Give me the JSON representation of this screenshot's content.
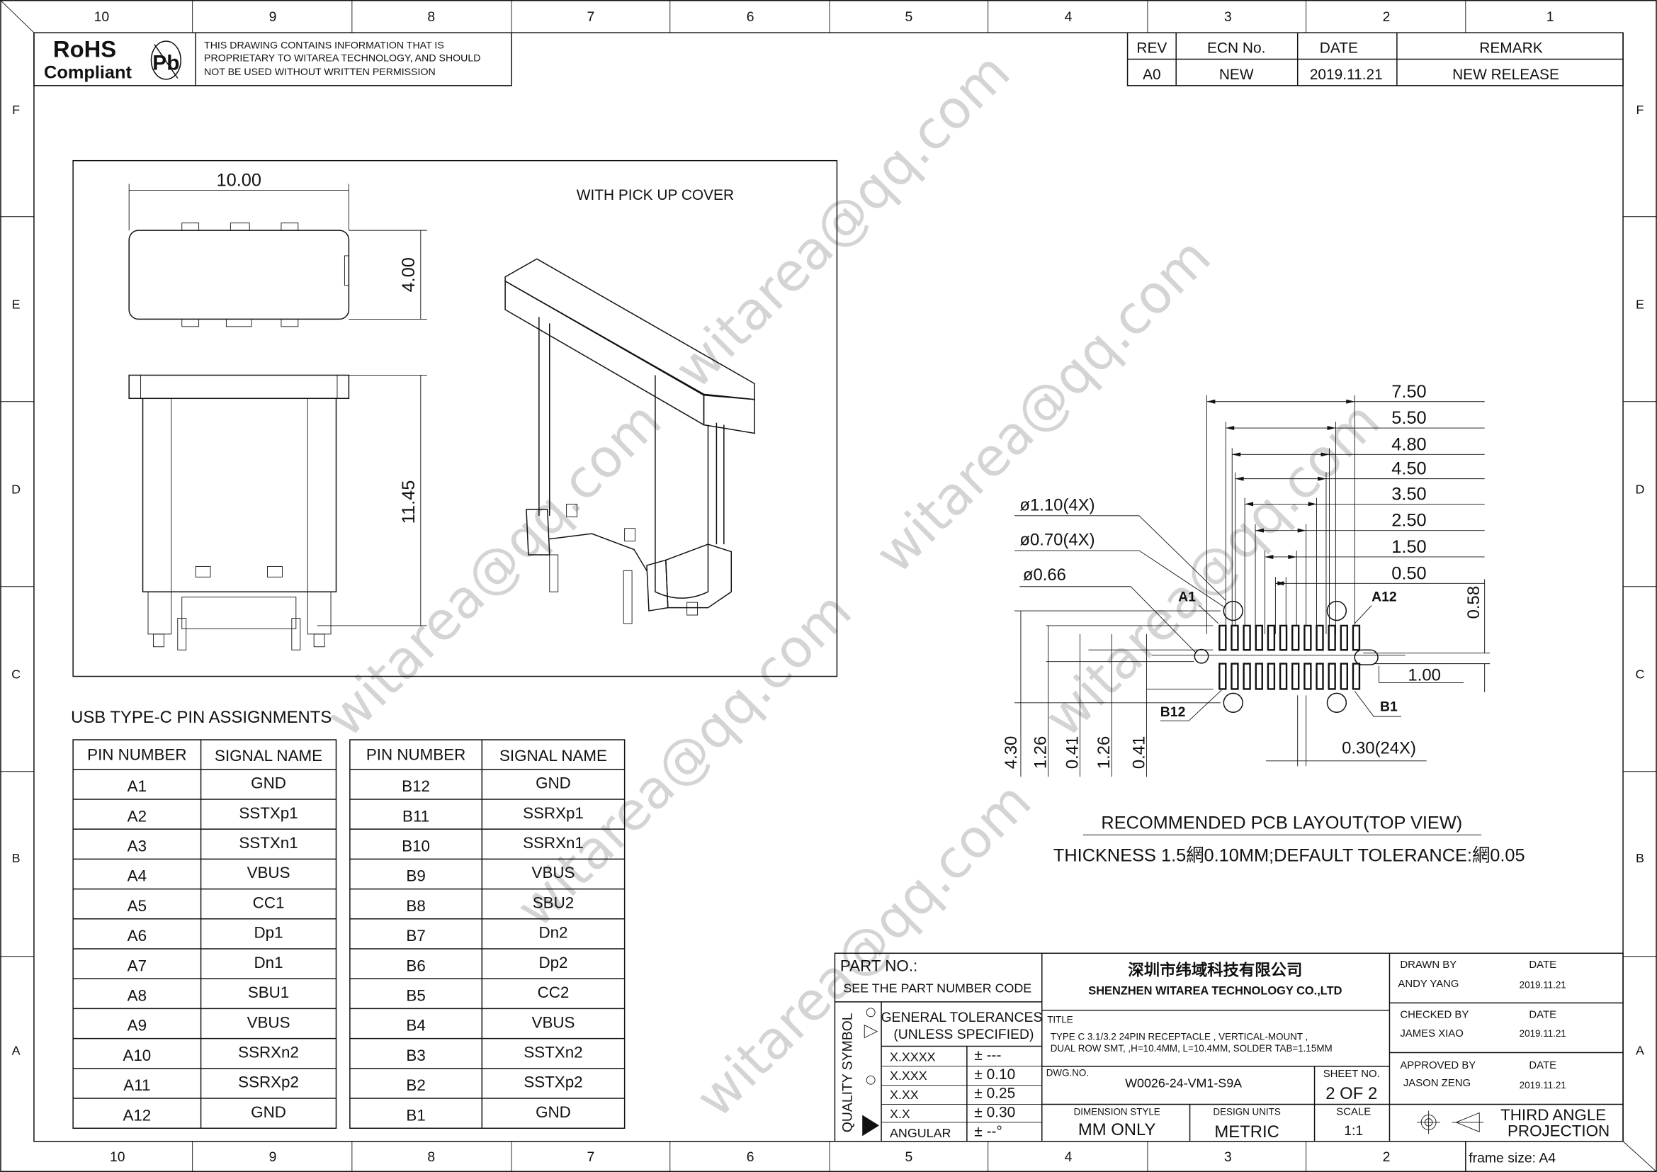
{
  "zones": {
    "columns": [
      "10",
      "9",
      "8",
      "7",
      "6",
      "5",
      "4",
      "3",
      "2",
      "1"
    ],
    "rows": [
      "F",
      "E",
      "D",
      "C",
      "B",
      "A"
    ]
  },
  "header": {
    "rohs_line1": "RoHS",
    "rohs_line2": "Compliant",
    "pb_symbol": "Pb",
    "notice": [
      "THIS DRAWING CONTAINS INFORMATION THAT IS",
      "PROPRIETARY TO WITAREA TECHNOLOGY, AND SHOULD",
      "NOT BE USED WITHOUT WRITTEN PERMISSION"
    ]
  },
  "revision_table": {
    "headers": [
      "REV",
      "ECN No.",
      "DATE",
      "REMARK"
    ],
    "rows": [
      [
        "A0",
        "NEW",
        "2019.11.21",
        "NEW RELEASE"
      ]
    ]
  },
  "views": {
    "cover_label": "WITH PICK UP COVER",
    "dims": {
      "width": "10.00",
      "depth": "4.00",
      "height": "11.45"
    }
  },
  "watermark": "witarea@qq.com",
  "pin_assignments": {
    "title": "USB TYPE-C PIN ASSIGNMENTS",
    "headers": [
      "PIN NUMBER",
      "SIGNAL NAME"
    ],
    "left": [
      [
        "A1",
        "GND"
      ],
      [
        "A2",
        "SSTXp1"
      ],
      [
        "A3",
        "SSTXn1"
      ],
      [
        "A4",
        "VBUS"
      ],
      [
        "A5",
        "CC1"
      ],
      [
        "A6",
        "Dp1"
      ],
      [
        "A7",
        "Dn1"
      ],
      [
        "A8",
        "SBU1"
      ],
      [
        "A9",
        "VBUS"
      ],
      [
        "A10",
        "SSRXn2"
      ],
      [
        "A11",
        "SSRXp2"
      ],
      [
        "A12",
        "GND"
      ]
    ],
    "right": [
      [
        "B12",
        "GND"
      ],
      [
        "B11",
        "SSRXp1"
      ],
      [
        "B10",
        "SSRXn1"
      ],
      [
        "B9",
        "VBUS"
      ],
      [
        "B8",
        "SBU2"
      ],
      [
        "B7",
        "Dn2"
      ],
      [
        "B6",
        "Dp2"
      ],
      [
        "B5",
        "CC2"
      ],
      [
        "B4",
        "VBUS"
      ],
      [
        "B3",
        "SSTXn2"
      ],
      [
        "B2",
        "SSTXp2"
      ],
      [
        "B1",
        "GND"
      ]
    ]
  },
  "pcb_layout": {
    "horizontal_dims": [
      "7.50",
      "5.50",
      "4.80",
      "4.50",
      "3.50",
      "2.50",
      "1.50",
      "0.50"
    ],
    "hole_labels": [
      "ø1.10(4X)",
      "ø0.70(4X)",
      "ø0.66"
    ],
    "pin_labels": {
      "a1": "A1",
      "a12": "A12",
      "b12": "B12",
      "b1": "B1"
    },
    "right_dims": {
      "pitch_offset": "0.58",
      "spacing": "1.00",
      "pad_width": "0.30(24X)"
    },
    "vertical_dims": [
      "4.30",
      "1.26",
      "0.41",
      "1.26",
      "0.41"
    ],
    "title": "RECOMMENDED PCB LAYOUT(TOP VIEW)",
    "note": "THICKNESS 1.5網0.10MM;DEFAULT TOLERANCE:網0.05"
  },
  "title_block": {
    "part_no_label": "PART NO.:",
    "part_no_value": "SEE THE PART NUMBER CODE",
    "company_cn": "深圳市纬域科技有限公司",
    "company_en": "SHENZHEN WITAREA TECHNOLOGY CO.,LTD",
    "quality_symbol": "QUALITY SYMBOL",
    "tolerance_title1": "GENERAL TOLERANCES",
    "tolerance_title2": "(UNLESS SPECIFIED)",
    "tolerances": [
      [
        "X.XXXX",
        "± ---"
      ],
      [
        "X.XXX",
        "± 0.10"
      ],
      [
        "X.XX",
        "± 0.25"
      ],
      [
        "X.X",
        "± 0.30"
      ],
      [
        "ANGULAR",
        "± --°"
      ]
    ],
    "title_label": "TITLE",
    "title_line1": "TYPE C 3.1/3.2 24PIN RECEPTACLE , VERTICAL-MOUNT ,",
    "title_line2": "DUAL ROW SMT, ,H=10.4MM, L=10.4MM, SOLDER TAB=1.15MM",
    "dwg_label": "DWG.NO.",
    "dwg_no": "W0026-24-VM1-S9A",
    "sheet_label": "SHEET NO.",
    "sheet_value": "2 OF 2",
    "dim_style_label": "DIMENSION STYLE",
    "dim_style_value": "MM ONLY",
    "units_label": "DESIGN UNITS",
    "units_value": "METRIC",
    "scale_label": "SCALE",
    "scale_value": "1:1",
    "date_label": "DATE",
    "drawn_by_label": "DRAWN BY",
    "drawn_by": "ANDY YANG",
    "drawn_date": "2019.11.21",
    "checked_by_label": "CHECKED BY",
    "checked_by": "JAMES XIAO",
    "checked_date": "2019.11.21",
    "approved_by_label": "APPROVED BY",
    "approved_by": "JASON ZENG",
    "approved_date": "2019.11.21",
    "projection1": "THIRD ANGLE",
    "projection2": "PROJECTION",
    "frame_size": "frame size: A4"
  }
}
